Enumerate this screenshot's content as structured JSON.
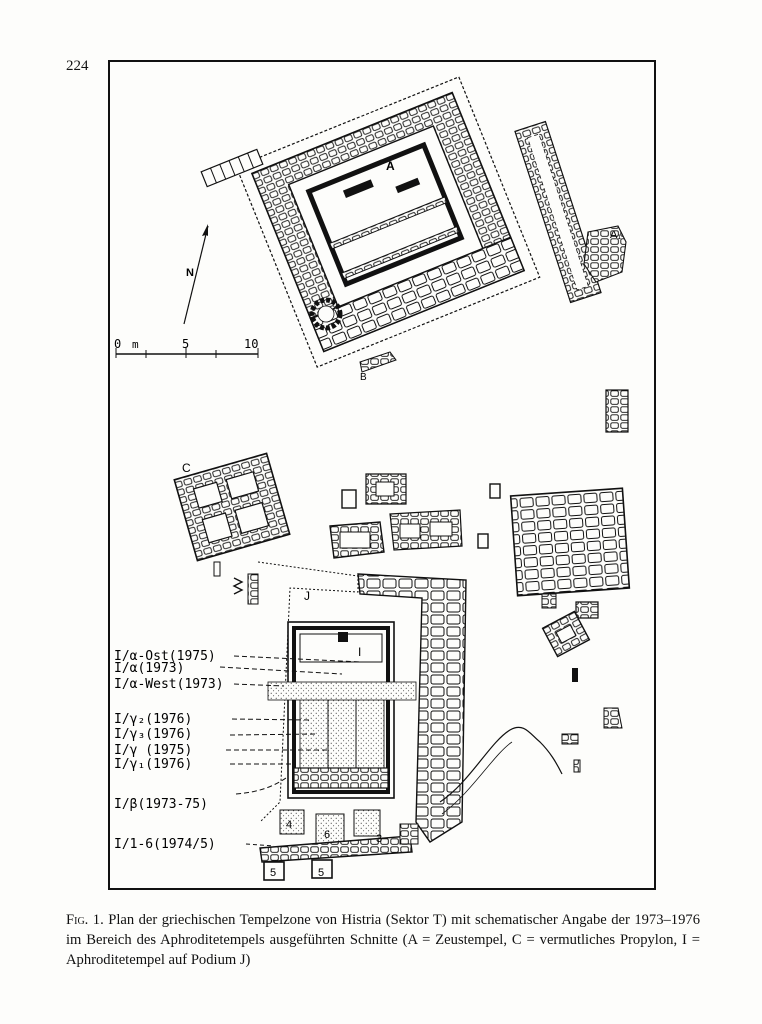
{
  "page": {
    "number": "224"
  },
  "figure": {
    "scale": {
      "unit": "m",
      "ticks": [
        "0",
        "5",
        "10"
      ]
    },
    "north": "N",
    "building_labels": {
      "A": "A",
      "A1": "A₁",
      "B": "B",
      "C": "C",
      "J": "J",
      "I": "I"
    },
    "trench_labels": [
      "I/α-Ost(1975)",
      "I/α(1973)",
      "I/α-West(1973)",
      "I/γ₂(1976)",
      "I/γ₃(1976)",
      "I/γ (1975)",
      "I/γ₁(1976)",
      "I/β(1973-75)",
      "I/1-6(1974/5)"
    ],
    "small_numbers": [
      "4",
      "6",
      "3",
      "5",
      "5"
    ]
  },
  "caption": {
    "label": "Fig. 1.",
    "text": "Plan der griechischen Tempelzone von Histria (Sektor T) mit schematischer Angabe der 1973–1976 im Bereich des Aphroditetempels ausgeführten Schnitte (A = Zeustempel, C = vermutliches Propylon, I = Aphroditetempel auf Podium J)"
  }
}
